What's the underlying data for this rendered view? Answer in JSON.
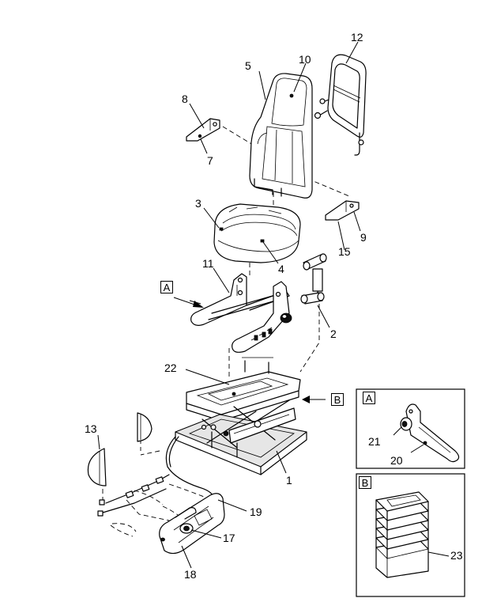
{
  "callouts": {
    "c1": "1",
    "c2": "2",
    "c3": "3",
    "c4": "4",
    "c5": "5",
    "c7": "7",
    "c8": "8",
    "c9": "9",
    "c10": "10",
    "c11": "11",
    "c12": "12",
    "c13": "13",
    "c15": "15",
    "c17": "17",
    "c18": "18",
    "c19": "19",
    "c20": "20",
    "c21": "21",
    "c22": "22",
    "c23": "23"
  },
  "views": {
    "a_ref": "A",
    "b_ref": "B",
    "a_title": "A",
    "b_title": "B"
  }
}
